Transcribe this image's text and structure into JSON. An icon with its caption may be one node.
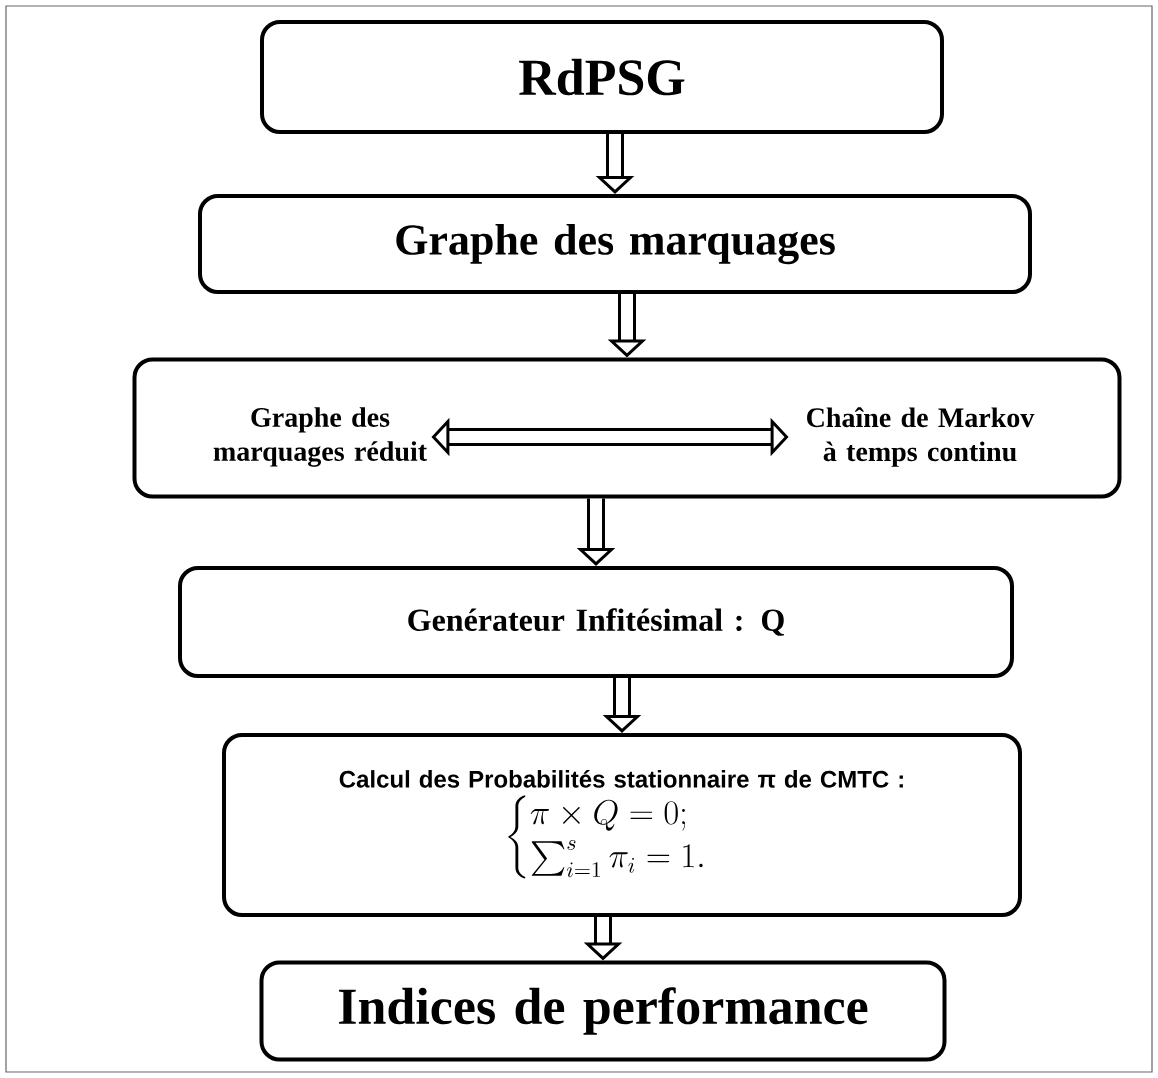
{
  "diagram": {
    "nodes": [
      {
        "text": [
          "RdPSG"
        ]
      },
      {
        "text": [
          "Graphe des marquages"
        ]
      },
      {
        "text": [],
        "shape": "box"
      },
      {
        "text": [
          "Graphe des marquages réduit"
        ],
        "in": 2
      },
      {
        "text": [
          "Chaîne de Markov à temps continu"
        ],
        "in": 2
      },
      {
        "text": [
          "Genérateur Infitésimal : Q"
        ]
      },
      {
        "text": [
          "Calcul des Probabilités stationnaire π de CMTC :",
          "\\begin{cases} \\pi \\times Q = 0; \\\\ \\sum_{i=1}^{s} \\pi_i = 1. \\end{cases}"
        ]
      },
      {
        "text": [
          "Indices de performance"
        ]
      }
    ],
    "edges": [
      {
        "from": 0,
        "to": 1,
        "arrow": "to"
      },
      {
        "from": 1,
        "to": 2,
        "arrow": "to"
      },
      {
        "from": 3,
        "to": 4,
        "arrow": "both"
      },
      {
        "from": 2,
        "to": 5,
        "arrow": "to"
      },
      {
        "from": 5,
        "to": 6,
        "arrow": "to"
      },
      {
        "from": 6,
        "to": 7,
        "arrow": "to"
      }
    ]
  }
}
